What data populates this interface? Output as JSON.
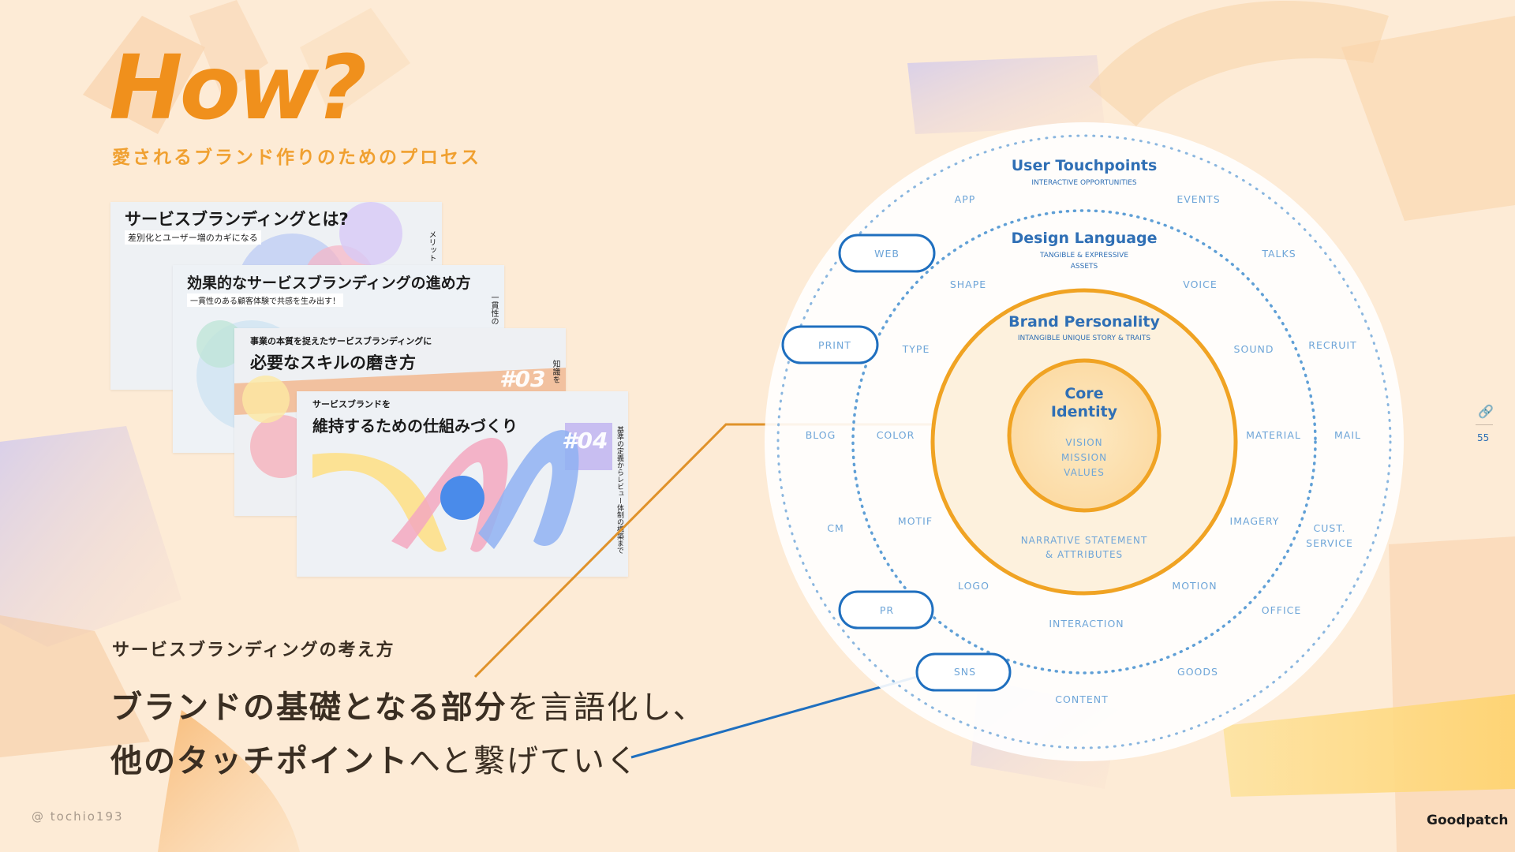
{
  "title": "How?",
  "subtitle": "愛されるブランド作りのためのプロセス",
  "cards": [
    {
      "title": "サービスブランディングとは?",
      "subtitle": "差別化とユーザー増のカギになる",
      "side": "メリット"
    },
    {
      "title": "効果的なサービスブランディングの進め方",
      "subtitle": "一貫性のある顧客体験で共感を生み出す！",
      "side": "一貫性の"
    },
    {
      "pre": "事業の本質を捉えたサービスブランディングに",
      "title": "必要なスキルの磨き方",
      "number": "#03",
      "side": "知識を"
    },
    {
      "pre": "サービスブランドを",
      "title": "維持するための仕組みづくり",
      "number": "#04",
      "side": "基準の定義からレビュー体制の構築まで"
    }
  ],
  "concept_label": "サービスブランディングの考え方",
  "statement": {
    "line1_bold": "ブランドの基礎となる部分",
    "line1_rest": "を言語化し、",
    "line2_bold": "他のタッチポイント",
    "line2_rest": "へと繋げていく"
  },
  "diagram": {
    "core": {
      "title1": "Core",
      "title2": "Identity",
      "items": [
        "VISION",
        "MISSION",
        "VALUES"
      ]
    },
    "brand": {
      "title": "Brand Personality",
      "sub": "INTANGIBLE UNIQUE STORY & TRAITS",
      "note1": "NARRATIVE STATEMENT",
      "note2": "& ATTRIBUTES"
    },
    "design": {
      "title": "Design Language",
      "sub1": "TANGIBLE & EXPRESSIVE",
      "sub2": "ASSETS",
      "items": [
        "SHAPE",
        "VOICE",
        "TYPE",
        "SOUND",
        "COLOR",
        "MATERIAL",
        "MOTIF",
        "IMAGERY",
        "LOGO",
        "MOTION",
        "INTERACTION"
      ]
    },
    "touch": {
      "title": "User Touchpoints",
      "sub": "INTERACTIVE OPPORTUNITIES",
      "items": [
        "APP",
        "EVENTS",
        "WEB",
        "TALKS",
        "PRINT",
        "RECRUIT",
        "BLOG",
        "MAIL",
        "CM",
        "CUST.",
        "SERVICE",
        "PR",
        "OFFICE",
        "SNS",
        "GOODS",
        "CONTENT"
      ]
    }
  },
  "credit": "@ tochio193",
  "logo": "Goodpatch",
  "page_number": "55",
  "colors": {
    "orange": "#f0901c",
    "blue": "#1f6fbf",
    "text_blue": "#3b8ad0",
    "background": "#fdebd6",
    "dark": "#3a2e22"
  }
}
